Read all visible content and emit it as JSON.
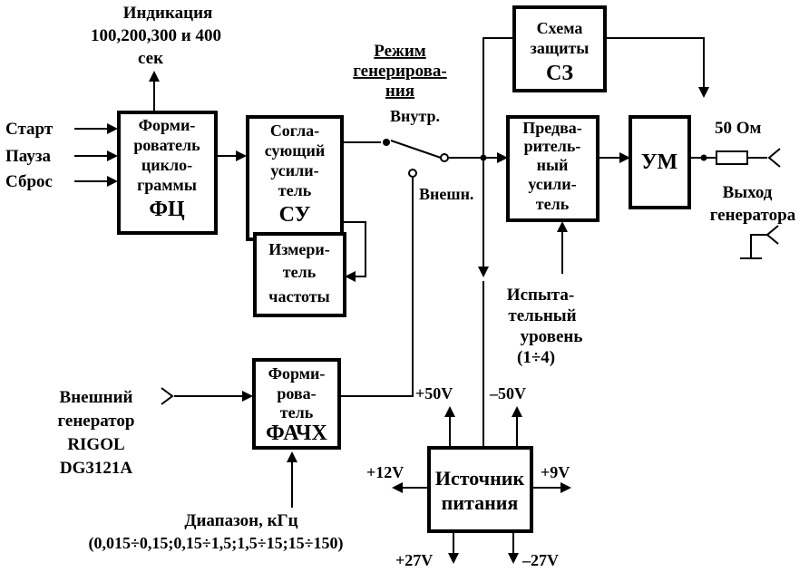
{
  "colors": {
    "ink": "#000000",
    "paper": "#ffffff"
  },
  "inputs": {
    "start": "Старт",
    "pause": "Пауза",
    "reset": "Сброс"
  },
  "indication": {
    "line1": "Индикация",
    "line2": "100,200,300 и 400",
    "line3": "сек"
  },
  "blocks": {
    "fc": {
      "lines": [
        "Форми-",
        "рователь",
        "цикло-",
        "граммы"
      ],
      "abbr": "ФЦ"
    },
    "su": {
      "lines": [
        "Согла-",
        "сующий",
        "усили-",
        "тель"
      ],
      "abbr": "СУ"
    },
    "meter": {
      "lines": [
        "Измери-",
        "тель",
        "частоты"
      ]
    },
    "sz": {
      "lines": [
        "Схема",
        "защиты"
      ],
      "abbr": "СЗ"
    },
    "pre": {
      "lines": [
        "Предва-",
        "ритель-",
        "ный",
        "усили-",
        "тель"
      ]
    },
    "um": {
      "abbr": "УМ"
    },
    "fachx": {
      "lines": [
        "Форми-",
        "рова-",
        "тель"
      ],
      "abbr": "ФАЧХ"
    },
    "psu": {
      "lines": [
        "Источник",
        "питания"
      ]
    }
  },
  "mode": {
    "lines": [
      "Режим",
      "генерирова-",
      "ния"
    ],
    "internal": "Внутр.",
    "external": "Внешн."
  },
  "output": {
    "resistor": "50 Ом",
    "lines": [
      "Выход",
      "генератора"
    ]
  },
  "test_level": {
    "lines": [
      "Испыта-",
      "тельный",
      "уровень",
      "(1÷4)"
    ]
  },
  "ext_gen": {
    "lines": [
      "Внешний",
      "генератор",
      "RIGOL",
      "DG3121A"
    ]
  },
  "range": {
    "title": "Диапазон, кГц",
    "values": "(0,015÷0,15;0,15÷1,5;1,5÷15;15÷150)"
  },
  "voltages": {
    "p50": "+50V",
    "m50": "–50V",
    "p12": "+12V",
    "p9": "+9V",
    "p27": "+27V",
    "m27": "–27V"
  }
}
